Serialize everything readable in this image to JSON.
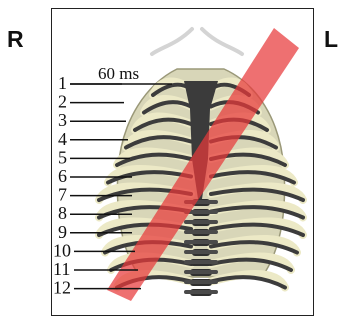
{
  "labels": {
    "right": "R",
    "left": "L"
  },
  "time_label": "60 ms",
  "rib_numbers": [
    "1",
    "2",
    "3",
    "4",
    "5",
    "6",
    "7",
    "8",
    "9",
    "10",
    "11",
    "12"
  ],
  "colors": {
    "bone": "#ece9c6",
    "cartilage": "#3c3c3c",
    "band": "#e8393a"
  }
}
